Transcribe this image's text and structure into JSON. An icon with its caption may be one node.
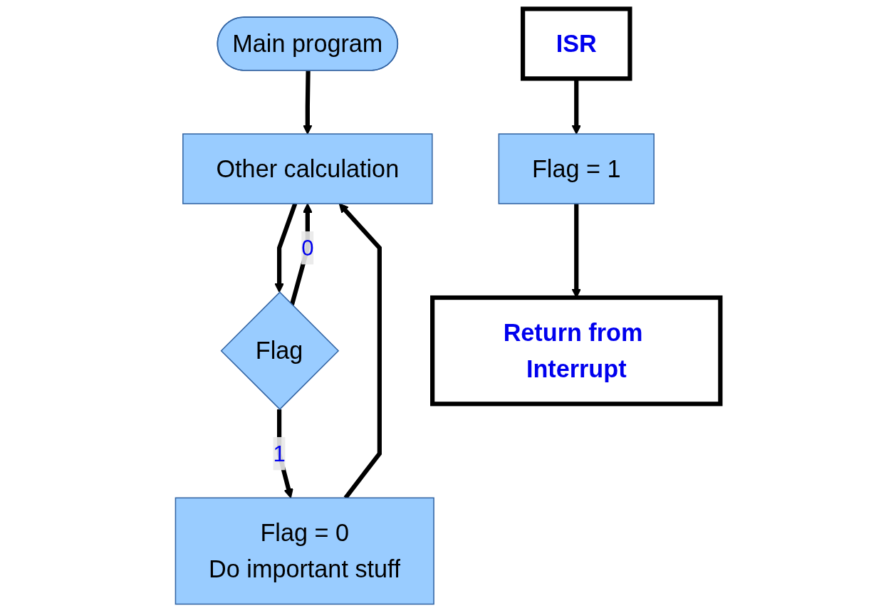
{
  "diagram": {
    "nodes": [
      {
        "text": [
          "Main program"
        ]
      },
      {
        "text": [
          "Other calculation"
        ]
      },
      {
        "text": [
          "Flag"
        ]
      },
      {
        "text": [
          "Flag = 0",
          "Do important stuff"
        ]
      },
      {
        "text": [
          "ISR"
        ]
      },
      {
        "text": [
          "Flag = 1"
        ]
      },
      {
        "text": [
          "Return from Interrupt"
        ]
      }
    ],
    "edges": [
      {
        "from": 0,
        "to": 1,
        "arrow": "to"
      },
      {
        "from": 1,
        "to": 2,
        "arrow": "to"
      },
      {
        "from": 2,
        "to": 1,
        "arrow": "to",
        "label": "0"
      },
      {
        "from": 2,
        "to": 3,
        "arrow": "to",
        "label": "1"
      },
      {
        "from": 3,
        "to": 1,
        "arrow": "to"
      },
      {
        "from": 4,
        "to": 5,
        "arrow": "to"
      },
      {
        "from": 5,
        "to": 6,
        "arrow": "to"
      }
    ]
  }
}
